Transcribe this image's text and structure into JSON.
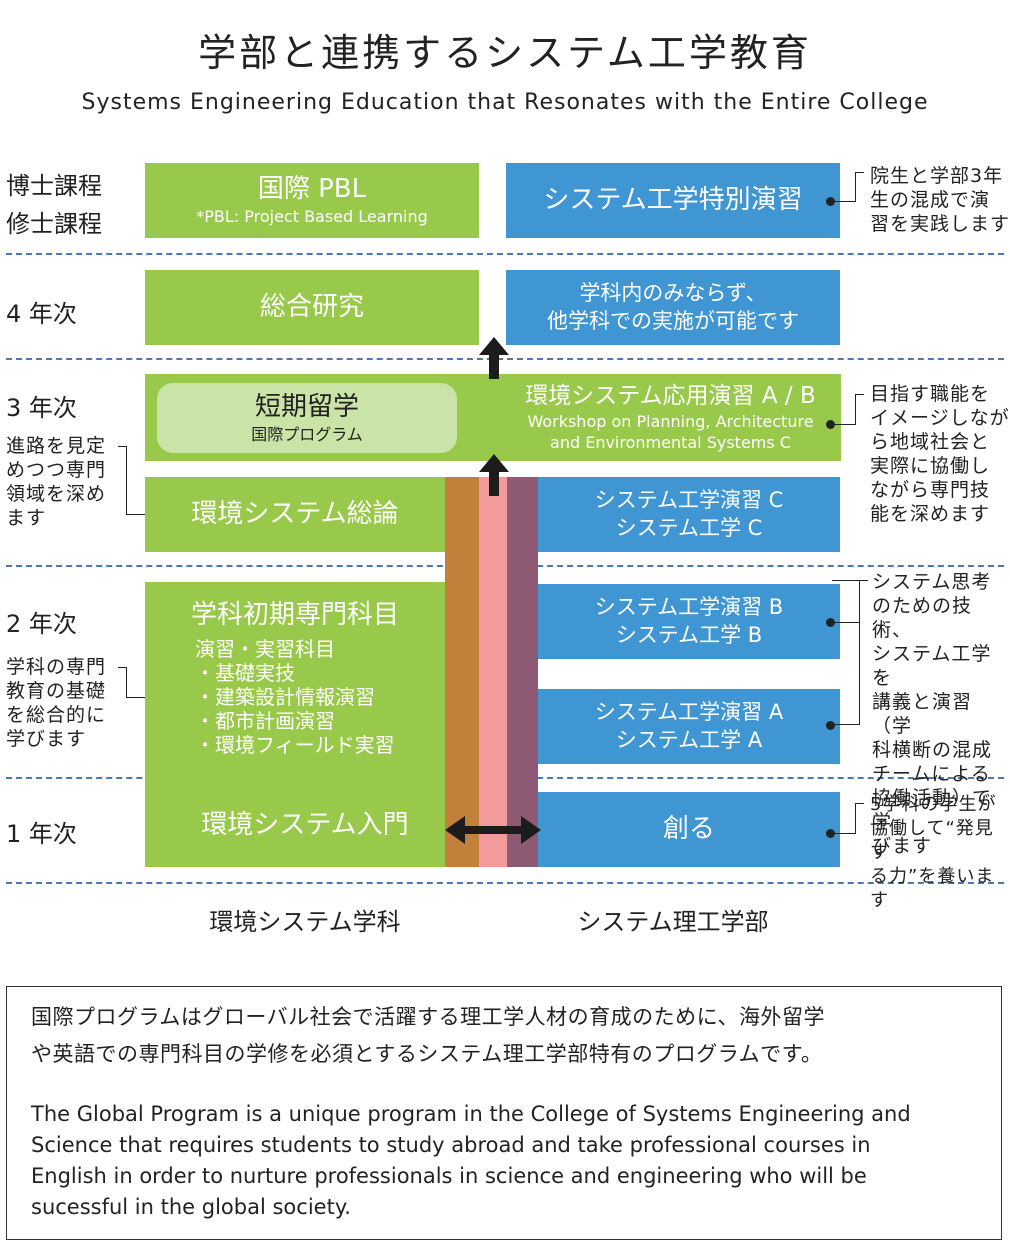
{
  "title": "学部と連携するシステム工学教育",
  "subtitle": "Systems Engineering Education that Resonates with the Entire College",
  "years": {
    "doctor": "博士課程",
    "master": "修士課程",
    "y4": "4 年次",
    "y3": "3 年次",
    "y2": "2 年次",
    "y1": "1 年次"
  },
  "left_notes": {
    "y3": [
      "進路を見定",
      "めつつ専門",
      "領域を深め",
      "ます"
    ],
    "y2": [
      "学科の専門",
      "教育の基礎",
      "を総合的に",
      "学びます"
    ]
  },
  "green": {
    "pbl_title": "国際 PBL",
    "pbl_sub": "*PBL: Project Based Learning",
    "sogo": "総合研究",
    "tanki_title": "短期留学",
    "tanki_sub": "国際プログラム",
    "kankyo_app_title": "環境システム応用演習 A / B",
    "kankyo_app_sub1": "Workshop on Planning, Architecture",
    "kankyo_app_sub2": "and Environmental Systems C",
    "soron": "環境システム総論",
    "shoki_title": "学科初期専門科目",
    "shoki_list": [
      "演習・実習科目",
      "・基礎実技",
      "・建築設計情報演習",
      "・都市計画演習",
      "・環境フィールド実習"
    ],
    "nyumon": "環境システム入門"
  },
  "blue": {
    "tokubetsu": "システム工学特別演習",
    "y4_line1": "学科内のみならず、",
    "y4_line2": "他学科での実施が可能です",
    "c_line1": "システム工学演習 C",
    "c_line2": "システム工学 C",
    "b_line1": "システム工学演習 B",
    "b_line2": "システム工学 B",
    "a_line1": "システム工学演習 A",
    "a_line2": "システム工学 A",
    "tsukuru": "創る"
  },
  "right_notes": {
    "top": [
      "院生と学部3年",
      "生の混成で演",
      "習を実践します"
    ],
    "y3": [
      "目指す職能を",
      "イメージしなが",
      "ら地域社会と",
      "実際に協働し",
      "ながら専門技",
      "能を深めます"
    ],
    "y2": [
      "システム思考",
      "のための技術、",
      "システム工学を",
      "講義と演習（学",
      "科横断の混成",
      "チームによる",
      "協働活動）で学",
      "びます"
    ],
    "y1": [
      "5学科の学生が",
      "協働して“発見す",
      "る力”を養います"
    ]
  },
  "departments": {
    "left": "環境システム学科",
    "right": "システム理工学部"
  },
  "info": {
    "ja_line1": "国際プログラムはグローバル社会で活躍する理工学人材の育成のために、海外留学",
    "ja_line2": "や英語での専門科目の学修を必須とするシステム理工学部特有のプログラムです。",
    "en_line1": "The Global Program is a unique program in the College of Systems Engineering and",
    "en_line2": "Science that requires students to study abroad and take professional courses in",
    "en_line3": "English in order to nurture professionals in science and engineering who will be",
    "en_line4": "sucessful in the global society."
  },
  "colors": {
    "green": "#98c94a",
    "blue": "#3f96d2",
    "brown": "#c2803a",
    "pink": "#f39a9a",
    "mauve": "#8e5a73",
    "divider": "#4a78b5"
  }
}
